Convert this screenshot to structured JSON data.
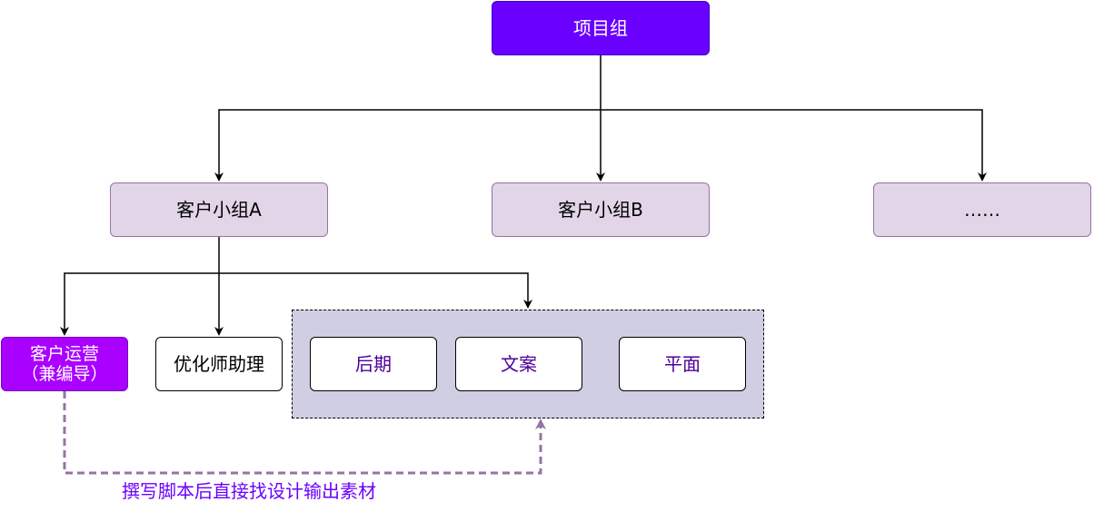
{
  "nodes": {
    "root": "项目组",
    "group_a": "客户小组A",
    "group_b": "客户小组B",
    "group_more": "……",
    "ops_line1": "客户运营",
    "ops_line2": "（兼编导）",
    "optimizer": "优化师助理",
    "post": "后期",
    "copy": "文案",
    "flat": "平面"
  },
  "edge_label": "撰写脚本后直接找设计输出素材",
  "colors": {
    "root_fill": "#6a00ff",
    "group_fill": "#e1d5e7",
    "ops_fill": "#aa00ff",
    "container_fill": "#d0cee2",
    "dashed_edge": "#9673a6",
    "label_text": "#6a00ff"
  }
}
